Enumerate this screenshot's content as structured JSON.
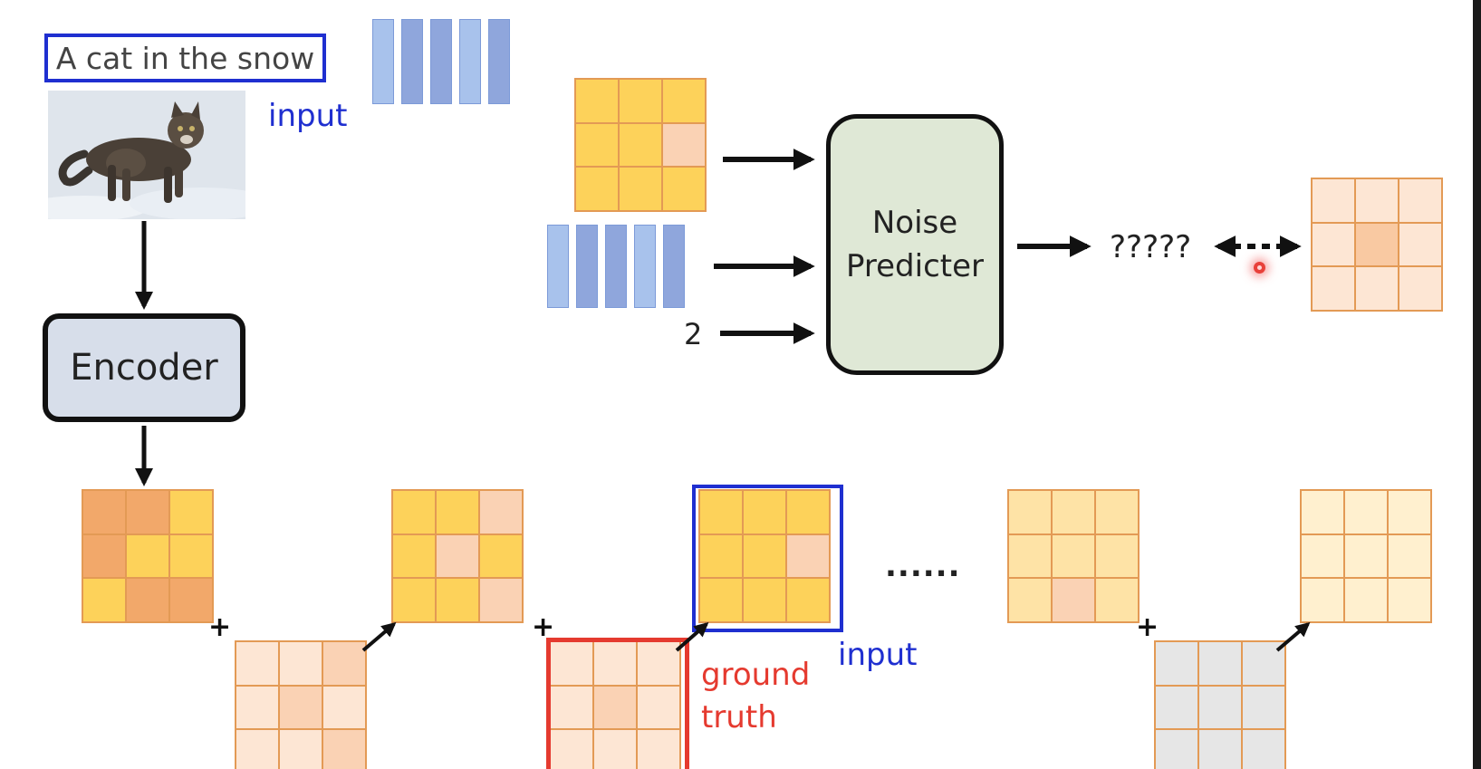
{
  "diagram": {
    "caption": "A cat in the snow",
    "label_input_top": "input",
    "encoder_label": "Encoder",
    "noise_predicter_line1": "Noise",
    "noise_predicter_line2": "Predicter",
    "step_number": "2",
    "prediction_text": "?????",
    "ellipsis": "......",
    "label_input_bottom": "input",
    "label_ground": "ground",
    "label_truth": "truth",
    "plus_sign": "+"
  },
  "colors": {
    "yellow": "#fdd25a",
    "dark_orange": "#f2a86a",
    "light_peach": "#fad2b4",
    "pale_peach": "#fde6d4",
    "peach_center": "#f9c9a2",
    "pale_yellow": "#fee3a6",
    "very_pale_yellow": "#fff0cf",
    "gray": "#e6e6e6",
    "emb_light": "#a8c2ec",
    "emb_dark": "#8fa6dc",
    "blue_box": "#1f2fd0",
    "red_box": "#e53a2f"
  },
  "grids": {
    "latent_clean": [
      "dark_orange",
      "dark_orange",
      "yellow",
      "dark_orange",
      "yellow",
      "yellow",
      "yellow",
      "dark_orange",
      "dark_orange"
    ],
    "latent_step1": [
      "yellow",
      "yellow",
      "light_peach",
      "yellow",
      "light_peach",
      "yellow",
      "yellow",
      "yellow",
      "light_peach"
    ],
    "latent_step2": [
      "yellow",
      "yellow",
      "yellow",
      "yellow",
      "yellow",
      "light_peach",
      "yellow",
      "yellow",
      "yellow"
    ],
    "latent_late": [
      "pale_yellow",
      "pale_yellow",
      "pale_yellow",
      "pale_yellow",
      "pale_yellow",
      "pale_yellow",
      "pale_yellow",
      "light_peach",
      "pale_yellow"
    ],
    "latent_final": [
      "very_pale_yellow",
      "very_pale_yellow",
      "very_pale_yellow",
      "very_pale_yellow",
      "very_pale_yellow",
      "very_pale_yellow",
      "very_pale_yellow",
      "very_pale_yellow",
      "very_pale_yellow"
    ],
    "noise_1": [
      "pale_peach",
      "pale_peach",
      "light_peach",
      "pale_peach",
      "light_peach",
      "pale_peach",
      "pale_peach",
      "pale_peach",
      "light_peach"
    ],
    "noise_truth": [
      "pale_peach",
      "pale_peach",
      "pale_peach",
      "pale_peach",
      "light_peach",
      "pale_peach",
      "pale_peach",
      "pale_peach",
      "pale_peach"
    ],
    "noise_gray": [
      "gray",
      "gray",
      "gray",
      "gray",
      "gray",
      "gray",
      "gray",
      "gray",
      "gray"
    ],
    "predictor_input": [
      "yellow",
      "yellow",
      "yellow",
      "yellow",
      "yellow",
      "light_peach",
      "yellow",
      "yellow",
      "yellow"
    ],
    "target_noise": [
      "pale_peach",
      "pale_peach",
      "pale_peach",
      "pale_peach",
      "peach_center",
      "pale_peach",
      "pale_peach",
      "pale_peach",
      "pale_peach"
    ]
  },
  "embeddings": {
    "top": [
      "emb_light",
      "emb_dark",
      "emb_dark",
      "emb_light",
      "emb_dark"
    ],
    "predictor": [
      "emb_light",
      "emb_dark",
      "emb_dark",
      "emb_light",
      "emb_dark"
    ]
  }
}
